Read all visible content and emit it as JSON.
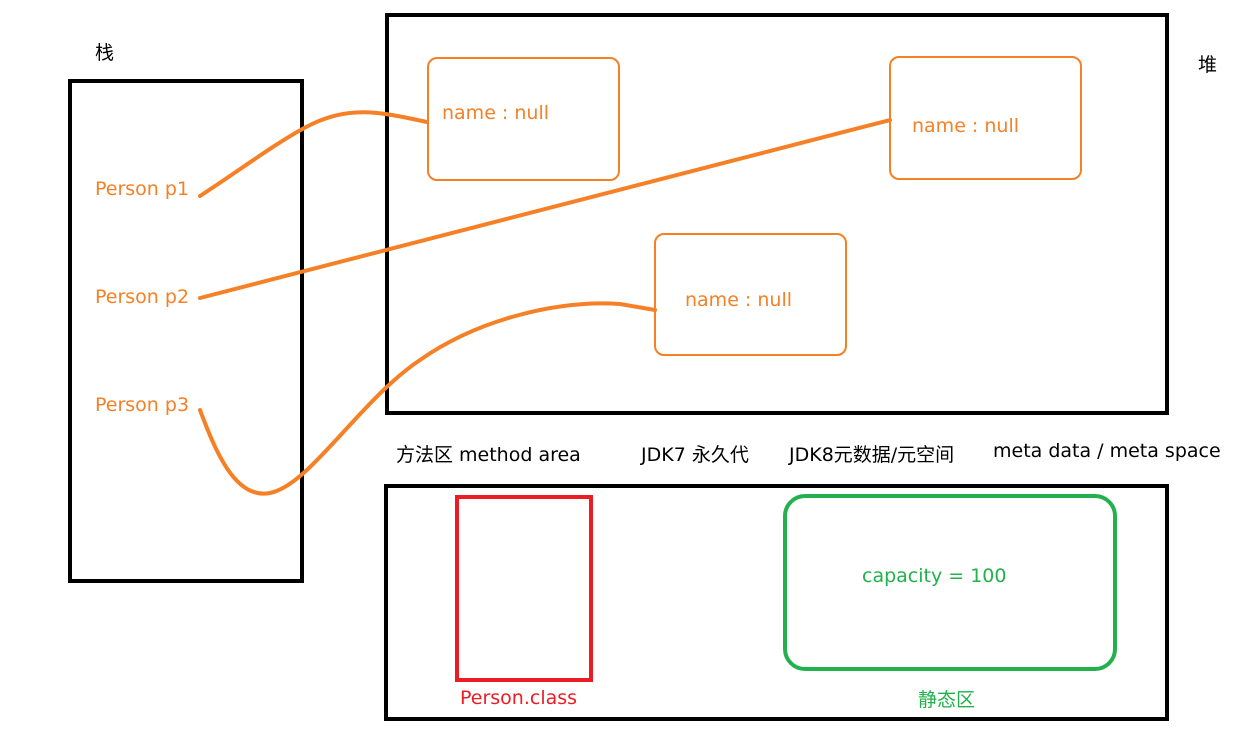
{
  "stack": {
    "title": "栈",
    "vars": [
      "Person p1",
      "Person p2",
      "Person p3"
    ]
  },
  "heap": {
    "title": "堆",
    "objects": [
      {
        "text": "name : null"
      },
      {
        "text": "name : null"
      },
      {
        "text": "name : null"
      }
    ]
  },
  "method_area": {
    "caption": {
      "method_area": "方法区 method area",
      "jdk7": "JDK7 永久代",
      "jdk8": "JDK8元数据/元空间",
      "meta": "meta data / meta space"
    },
    "class_box_label": "Person.class",
    "static_area": {
      "content": "capacity = 100",
      "label": "静态区"
    }
  },
  "colors": {
    "reference": "#f58025",
    "class": "#ed1c24",
    "static": "#22b14c",
    "frame": "#000000"
  }
}
